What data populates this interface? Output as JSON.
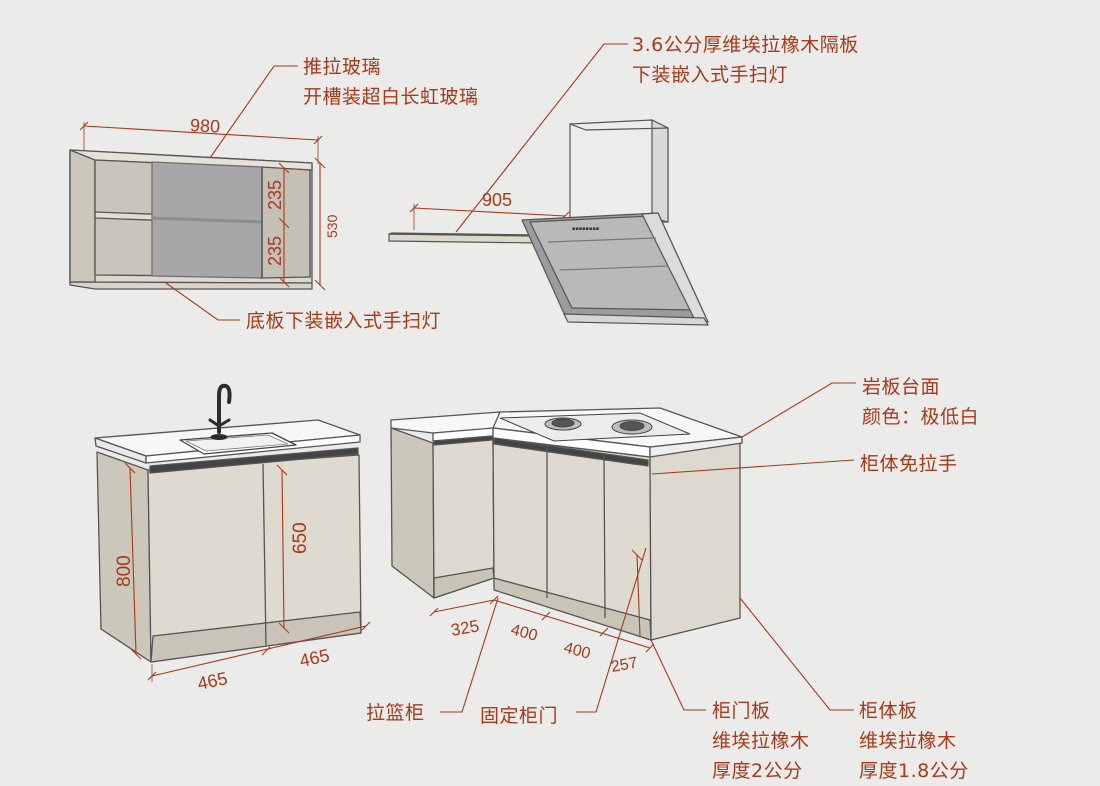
{
  "annotations": {
    "glass": {
      "line1": "推拉玻璃",
      "line2": "开槽装超白长虹玻璃"
    },
    "shelf": {
      "line1": "3.6公分厚维埃拉橡木隔板",
      "line2": "下装嵌入式手扫灯"
    },
    "bottom_light": "底板下装嵌入式手扫灯",
    "countertop": {
      "line1": "岩板台面",
      "line2": "颜色：极低白"
    },
    "handleless": "柜体免拉手",
    "basket": "拉篮柜",
    "fixed_door": "固定柜门",
    "door_panel": {
      "line1": "柜门板",
      "line2": "维埃拉橡木",
      "line3": "厚度2公分"
    },
    "body_panel": {
      "line1": "柜体板",
      "line2": "维埃拉橡木",
      "line3": "厚度1.8公分"
    }
  },
  "dimensions": {
    "wall_width": "980",
    "wall_height": "530",
    "wall_upper": "235",
    "wall_lower": "235",
    "shelf_length": "905",
    "sink_height": "800",
    "sink_door_height": "650",
    "sink_width_left": "465",
    "sink_width_right": "465",
    "corner_side": "325",
    "corner_door_1": "400",
    "corner_door_2": "400",
    "corner_end": "257"
  },
  "colors": {
    "background": "#ebebea",
    "cabinet": "#dedad0",
    "cabinet_side": "#ccc7bb",
    "annotation": "#a8391a",
    "outline": "#555555"
  }
}
